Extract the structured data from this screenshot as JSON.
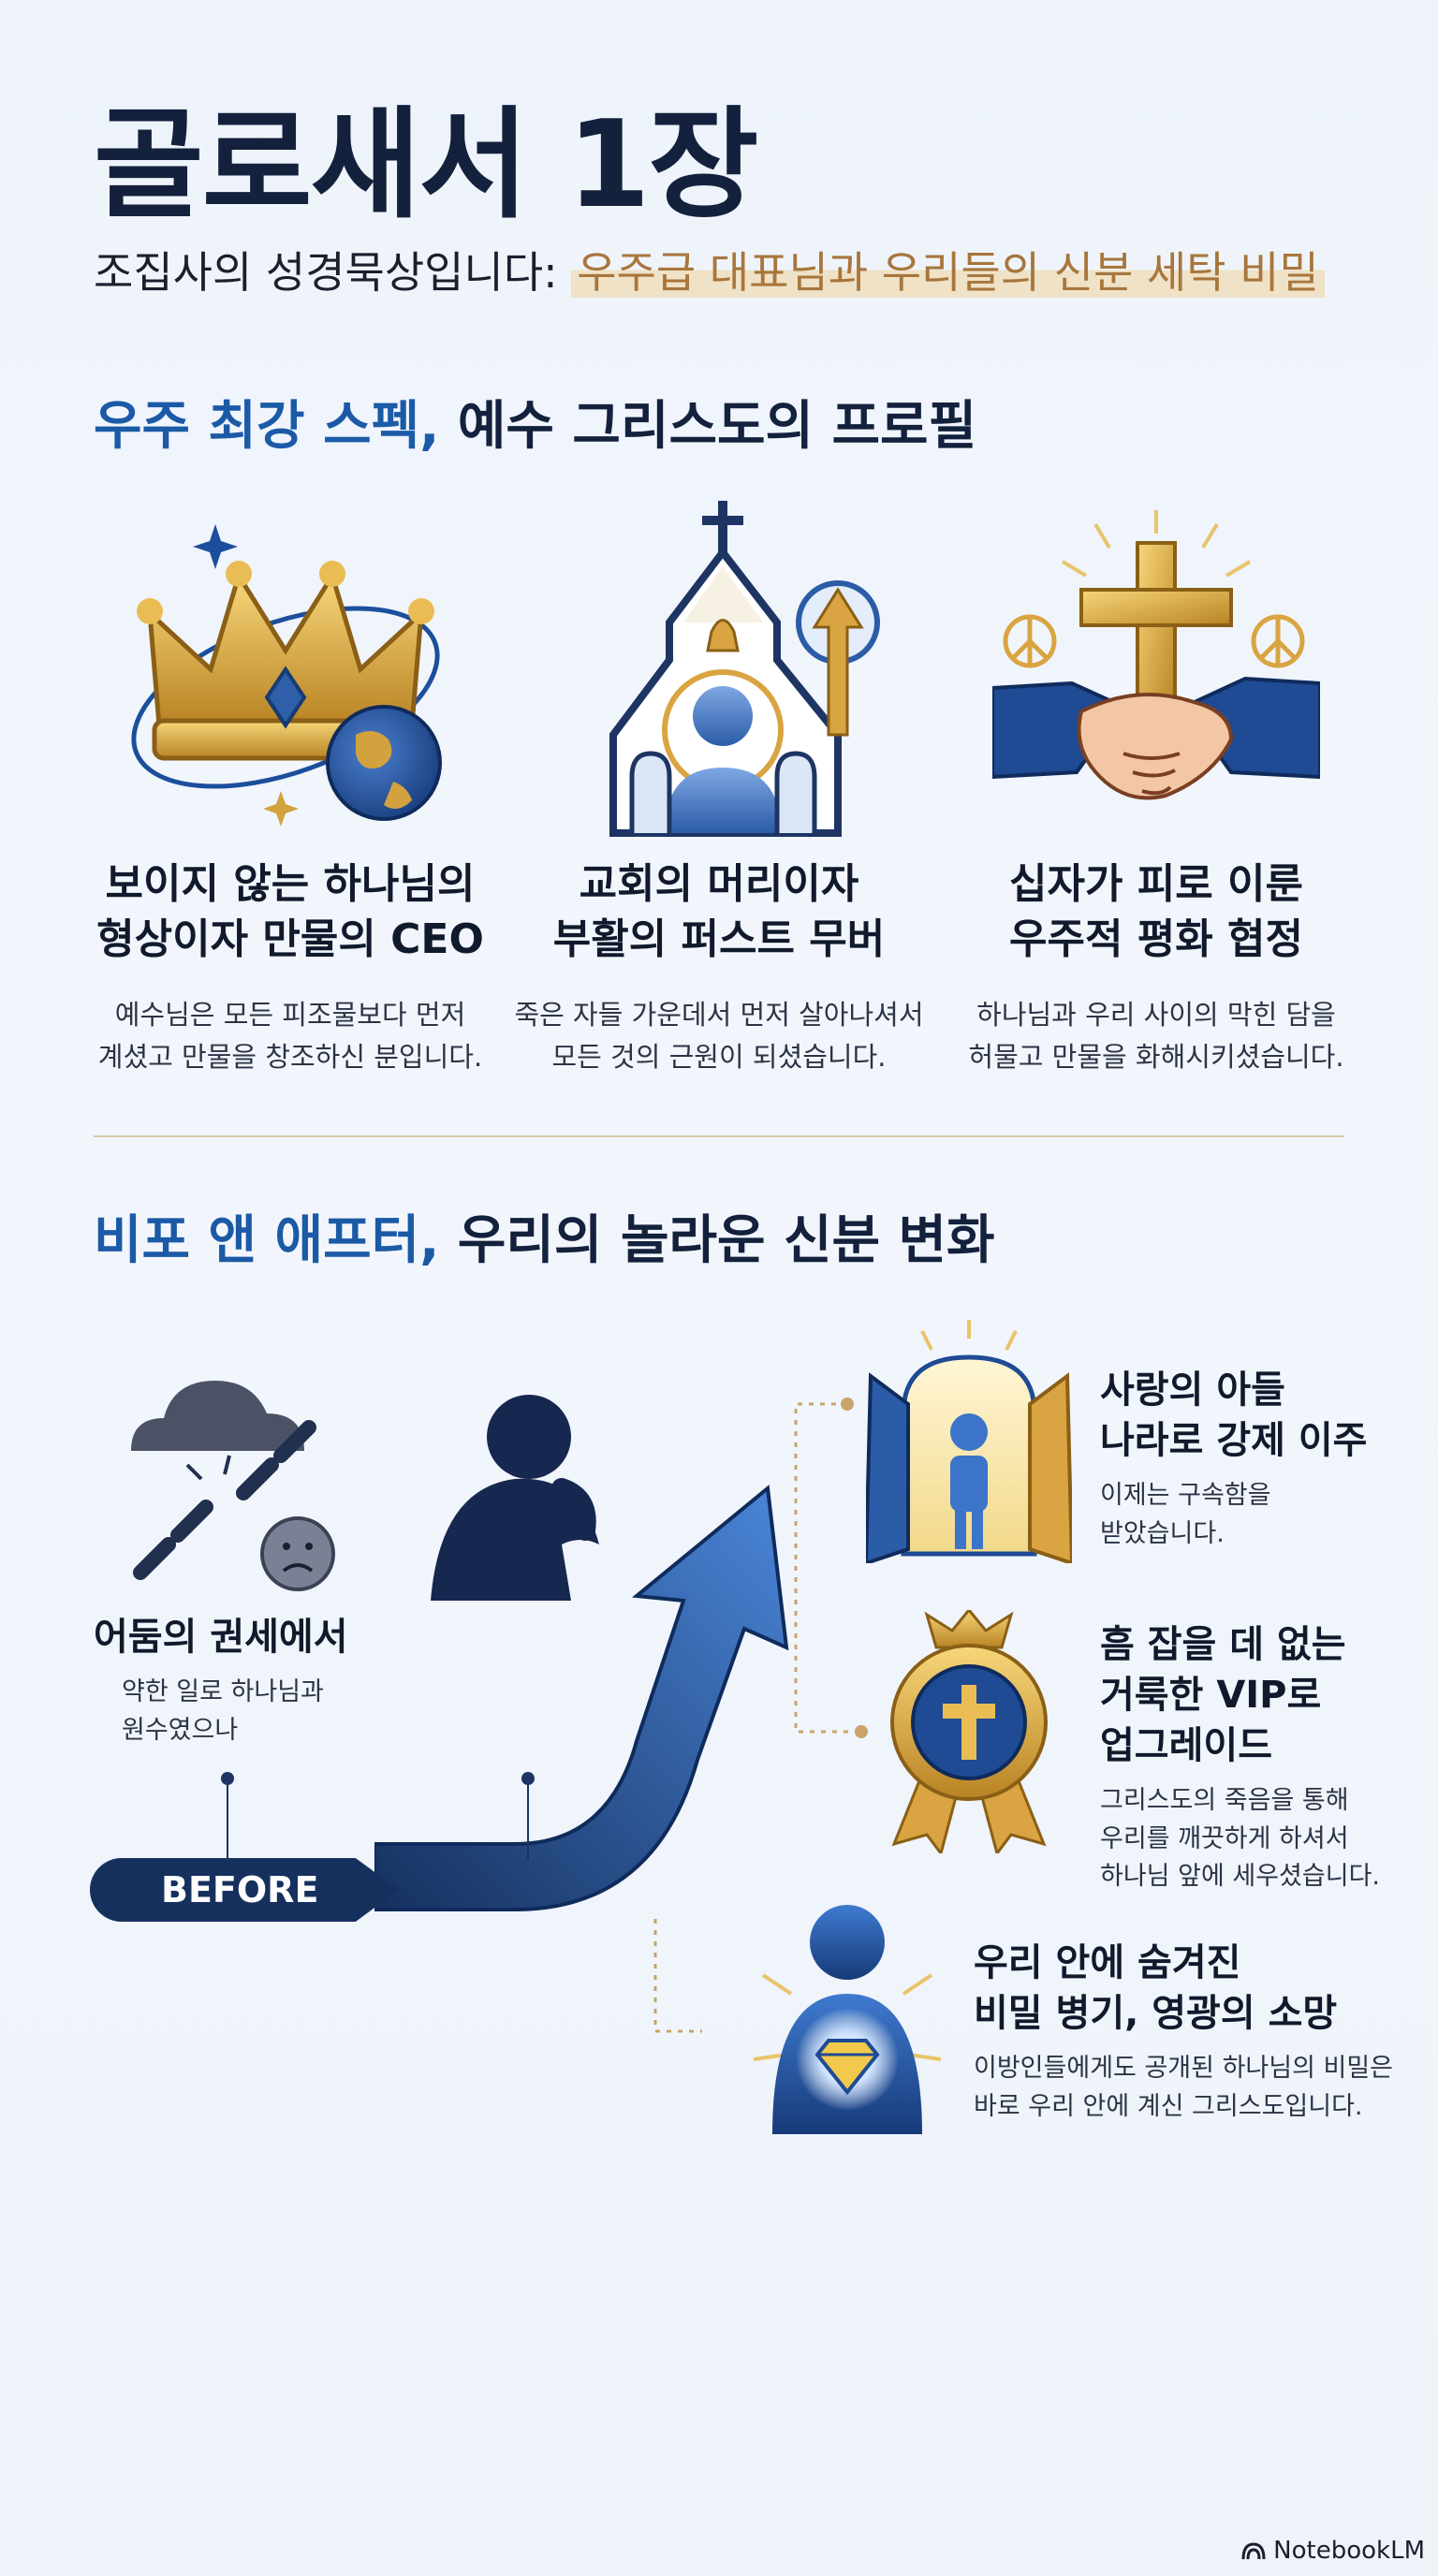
{
  "header": {
    "title": "골로새서 1장",
    "subtitle_prefix": "조집사의 성경묵상입니다:",
    "subtitle_highlight": "우주급 대표님과 우리들의 신분 세탁 비밀"
  },
  "section1": {
    "title_blue": "우주 최강 스펙,",
    "title_rest": "예수 그리스도의 프로필",
    "cards": [
      {
        "icon": "crown-globe-icon",
        "title_line1": "보이지 않는 하나님의",
        "title_line2": "형상이자 만물의 CEO",
        "desc_line1": "예수님은 모든 피조물보다 먼저",
        "desc_line2": "계셨고 만물을 창조하신 분입니다."
      },
      {
        "icon": "church-person-icon",
        "title_line1": "교회의 머리이자",
        "title_line2": "부활의 퍼스트 무버",
        "desc_line1": "죽은 자들 가운데서 먼저 살아나셔서",
        "desc_line2": "모든 것의 근원이 되셨습니다."
      },
      {
        "icon": "cross-handshake-icon",
        "title_line1": "십자가 피로 이룬",
        "title_line2": "우주적 평화 협정",
        "desc_line1": "하나님과 우리 사이의 막힌 담을",
        "desc_line2": "허물고 만물을 화해시키셨습니다."
      }
    ]
  },
  "section2": {
    "title_blue": "비포 앤 애프터,",
    "title_rest": "우리의 놀라운 신분 변화",
    "before_item": {
      "title": "어둠의 권세에서",
      "desc_line1": "약한 일로 하나님과",
      "desc_line2": "원수였으나"
    },
    "before_label": "BEFORE",
    "after_items": [
      {
        "icon": "open-door-icon",
        "title_line1": "사랑의 아들",
        "title_line2": "나라로 강제 이주",
        "desc_line1": "이제는 구속함을",
        "desc_line2": "받았습니다."
      },
      {
        "icon": "vip-badge-icon",
        "title_line1": "흠 잡을 데 없는",
        "title_line2": "거룩한 VIP로",
        "title_line3": "업그레이드",
        "desc_line1": "그리스도의 죽음을 통해",
        "desc_line2": "우리를 깨끗하게 하셔서",
        "desc_line3": "하나님 앞에 세우셨습니다."
      },
      {
        "icon": "glowing-heart-person-icon",
        "title_line1": "우리 안에 숨겨진",
        "title_line2": "비밀 병기, 영광의 소망",
        "desc_line1": "이방인들에게도 공개된 하나님의 비밀은",
        "desc_line2": "바로 우리 안에 계신 그리스도입니다."
      }
    ]
  },
  "footer": {
    "brand": "NotebookLM"
  },
  "colors": {
    "navy": "#14213d",
    "blue": "#1b5aa6",
    "gold": "#c9962f",
    "highlight": "#efe2c6"
  }
}
